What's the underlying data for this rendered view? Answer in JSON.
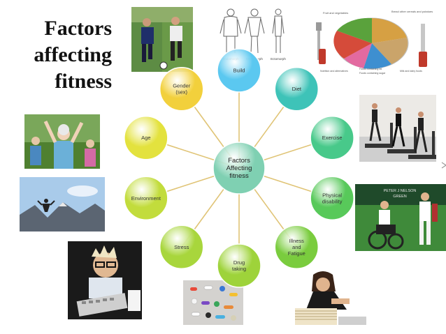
{
  "slide": {
    "title_lines": [
      "Factors",
      "affecting",
      "fitness"
    ]
  },
  "diagram": {
    "center": {
      "lines": [
        "Factors",
        "Affecting",
        "fitness"
      ]
    },
    "nodes": [
      {
        "id": "build",
        "lines": [
          "Build"
        ],
        "color": "#5bc8f0"
      },
      {
        "id": "diet",
        "lines": [
          "Diet"
        ],
        "color": "#3ec3b8"
      },
      {
        "id": "exercise",
        "lines": [
          "Exercise"
        ],
        "color": "#48c98a"
      },
      {
        "id": "physical-disability",
        "lines": [
          "Physical",
          "disability"
        ],
        "color": "#58c95a"
      },
      {
        "id": "illness-fatigue",
        "lines": [
          "Illness",
          "and",
          "Fatigue"
        ],
        "color": "#7acc3e"
      },
      {
        "id": "drug-taking",
        "lines": [
          "Drug",
          "taking"
        ],
        "color": "#9ed33a"
      },
      {
        "id": "stress",
        "lines": [
          "Stress"
        ],
        "color": "#a8d63c"
      },
      {
        "id": "environment",
        "lines": [
          "Environment"
        ],
        "color": "#c2dc3c"
      },
      {
        "id": "age",
        "lines": [
          "Age"
        ],
        "color": "#e3e23e"
      },
      {
        "id": "gender",
        "lines": [
          "Gender",
          "(sex)"
        ],
        "color": "#f2d03c"
      }
    ]
  },
  "photos": {
    "body_types": [
      "Endomorph",
      "Mesomorph",
      "Ectomorph"
    ],
    "plate_labels": [
      "Fruit and vegetables",
      "Bread other cereals and potatoes",
      "Nutrition and alternatives",
      "Foods containing fat",
      "Foods containing sugar",
      "Milk and dairy foods"
    ],
    "bowls_sign": [
      "PETER J NELSON",
      "GREEN"
    ]
  },
  "colors": {
    "center": "#7fd0b2",
    "connector": "#e0c476"
  }
}
